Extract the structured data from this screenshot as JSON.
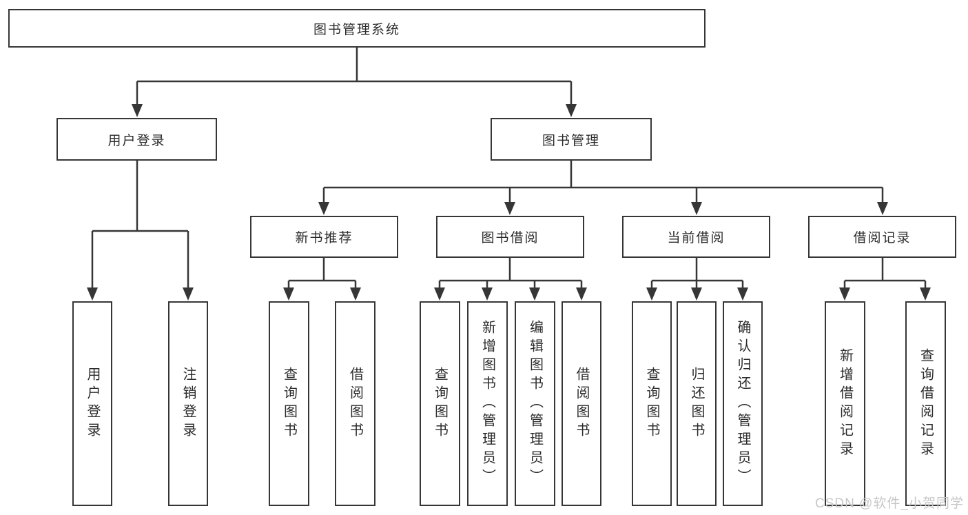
{
  "colors": {
    "line": "#363636",
    "text": "#2b2b2b",
    "watermark": "#c7c7c7",
    "bg": "#ffffff"
  },
  "tree": {
    "root": {
      "label": "图书管理系统",
      "children": [
        {
          "label": "用户登录",
          "children": [
            {
              "label": "用户登录"
            },
            {
              "label": "注销登录"
            }
          ]
        },
        {
          "label": "图书管理",
          "children": [
            {
              "label": "新书推荐",
              "children": [
                {
                  "label": "查询图书"
                },
                {
                  "label": "借阅图书"
                }
              ]
            },
            {
              "label": "图书借阅",
              "children": [
                {
                  "label": "查询图书"
                },
                {
                  "label": "新增图书（管理员）"
                },
                {
                  "label": "编辑图书（管理员）"
                },
                {
                  "label": "借阅图书"
                }
              ]
            },
            {
              "label": "当前借阅",
              "children": [
                {
                  "label": "查询图书"
                },
                {
                  "label": "归还图书"
                },
                {
                  "label": "确认归还（管理员）"
                }
              ]
            },
            {
              "label": "借阅记录",
              "children": [
                {
                  "label": "新增借阅记录"
                },
                {
                  "label": "查询借阅记录"
                }
              ]
            }
          ]
        }
      ]
    }
  },
  "watermark": {
    "text": "CSDN @软件_小贺同学"
  }
}
